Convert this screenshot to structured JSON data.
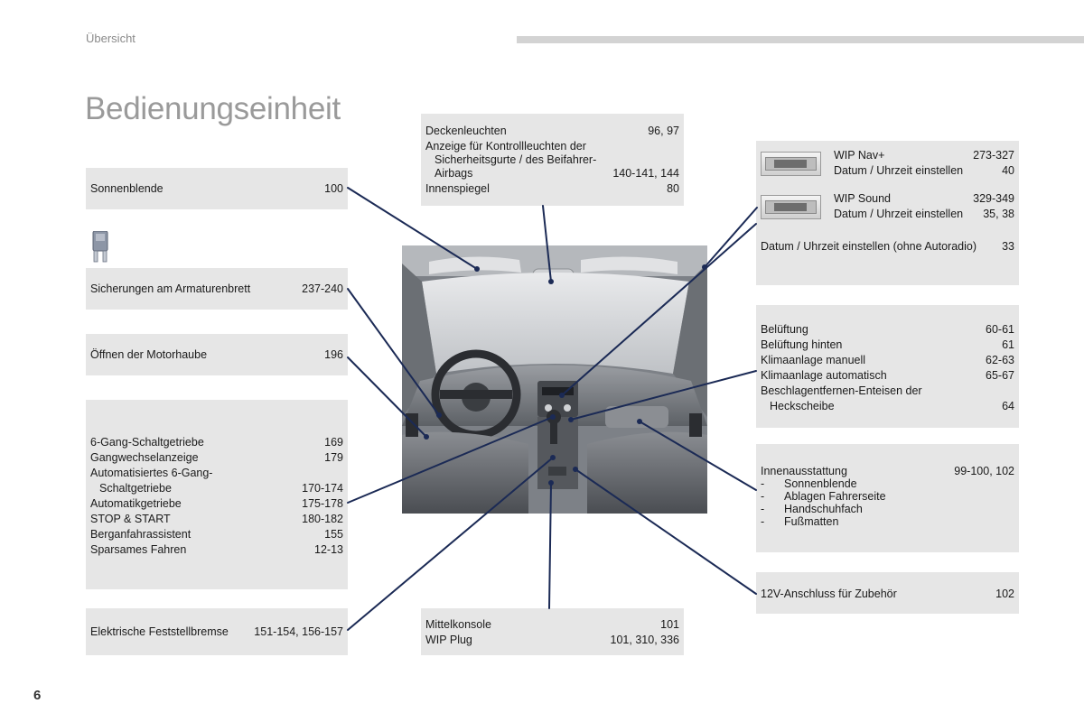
{
  "header": {
    "section": "Übersicht"
  },
  "title": "Bedienungseinheit",
  "page_number": "6",
  "boxes": {
    "sun_visor": {
      "label": "Sonnenblende",
      "pages": "100"
    },
    "fuses": {
      "label": "Sicherungen am Armaturenbrett",
      "pages": "237-240"
    },
    "bonnet": {
      "label": "Öffnen der Motorhaube",
      "pages": "196"
    },
    "gearbox": {
      "items": [
        {
          "label": "6-Gang-Schaltgetriebe",
          "pages": "169"
        },
        {
          "label": "Gangwechselanzeige",
          "pages": "179"
        },
        {
          "label": "Automatisiertes 6-Gang-",
          "pages": ""
        },
        {
          "label": "Schaltgetriebe",
          "pages": "170-174"
        },
        {
          "label": "Automatikgetriebe",
          "pages": "175-178"
        },
        {
          "label": "STOP & START",
          "pages": "180-182"
        },
        {
          "label": "Berganfahrassistent",
          "pages": "155"
        },
        {
          "label": "Sparsames Fahren",
          "pages": "12-13"
        }
      ]
    },
    "parking_brake": {
      "label": "Elektrische Feststellbremse",
      "pages": "151-154, 156-157"
    },
    "ceiling": {
      "items": [
        {
          "label": "Deckenleuchten",
          "pages": "96, 97"
        },
        {
          "label": "Anzeige für Kontrollleuchten der",
          "pages": ""
        },
        {
          "label": "Sicherheitsgurte / des Beifahrer-",
          "pages": ""
        },
        {
          "label": "Airbags",
          "pages": "140-141, 144"
        },
        {
          "label": "Innenspiegel",
          "pages": "80"
        }
      ]
    },
    "console": {
      "items": [
        {
          "label": "Mittelkonsole",
          "pages": "101"
        },
        {
          "label": "WIP Plug",
          "pages": "101, 310, 336"
        }
      ]
    },
    "audio": {
      "nav": [
        {
          "label": "WIP Nav+",
          "pages": "273-327"
        },
        {
          "label": "Datum / Uhrzeit einstellen",
          "pages": "40"
        }
      ],
      "sound": [
        {
          "label": "WIP Sound",
          "pages": "329-349"
        },
        {
          "label": "Datum / Uhrzeit einstellen",
          "pages": "35, 38"
        }
      ],
      "no_radio": {
        "label": "Datum / Uhrzeit einstellen (ohne Autoradio)",
        "pages": "33"
      }
    },
    "ventilation": {
      "items": [
        {
          "label": "Belüftung",
          "pages": "60-61"
        },
        {
          "label": "Belüftung hinten",
          "pages": "61"
        },
        {
          "label": "Klimaanlage manuell",
          "pages": "62-63"
        },
        {
          "label": "Klimaanlage automatisch",
          "pages": "65-67"
        },
        {
          "label": "Beschlagentfernen-Enteisen der",
          "pages": ""
        },
        {
          "label": "Heckscheibe",
          "pages": "64"
        }
      ]
    },
    "interior": {
      "label": "Innenausstattung",
      "pages": "99-100, 102",
      "bullets": [
        "Sonnenblende",
        "Ablagen Fahrerseite",
        "Handschuhfach",
        "Fußmatten"
      ]
    },
    "socket": {
      "label": "12V-Anschluss für Zubehör",
      "pages": "102"
    }
  },
  "colors": {
    "box_bg": "#e6e6e6",
    "leader_line": "#1b2a55",
    "header_bar": "#d3d3d3",
    "title": "#9a9a9a"
  },
  "icons": [
    "fuse-icon",
    "radio-nav-icon",
    "radio-sound-icon"
  ]
}
